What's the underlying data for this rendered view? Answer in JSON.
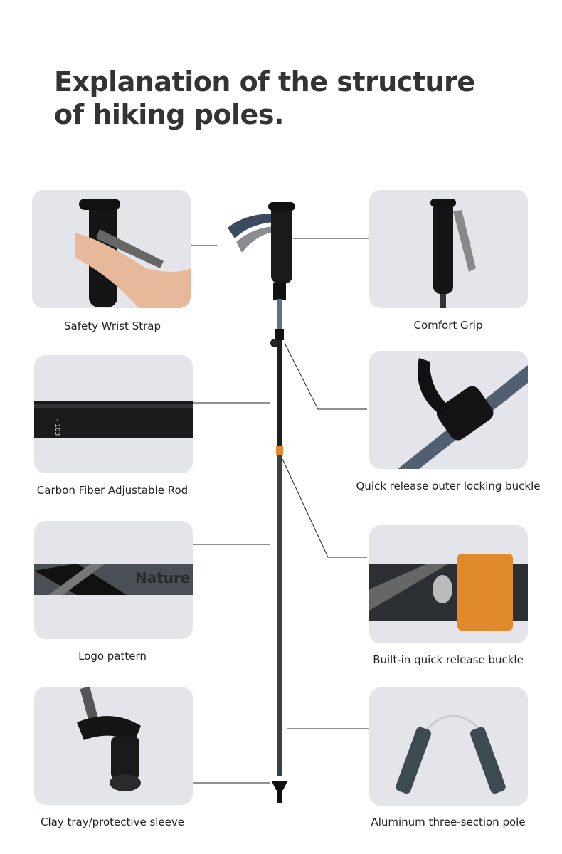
{
  "title_lines": [
    "Explanation of the structure",
    "of hiking poles."
  ],
  "parts": {
    "safety_wrist_strap": "Safety Wrist Strap",
    "comfort_grip": "Comfort Grip",
    "carbon_rod": "Carbon Fiber Adjustable Rod",
    "outer_buckle": "Quick release outer locking buckle",
    "logo_pattern": "Logo pattern",
    "builtin_buckle": "Built-in quick release buckle",
    "clay_tray": "Clay tray/protective sleeve",
    "aluminum_pole": "Aluminum three-section pole"
  },
  "rod_marking": "- 103 -",
  "logo_text": "Nature",
  "colors": {
    "accent_orange": "#e0882c",
    "card_bg": "#e4e5ea",
    "pole_dark": "#1c1c1e"
  }
}
